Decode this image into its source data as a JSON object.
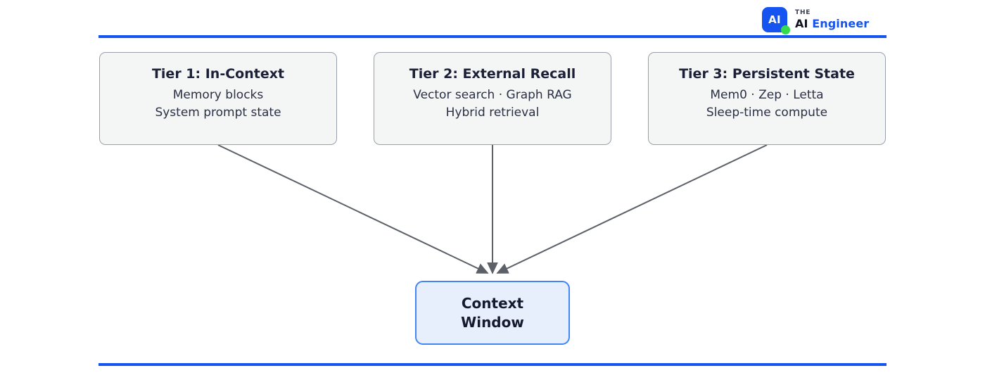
{
  "brand": {
    "mark_label": "AI",
    "eyebrow": "THE",
    "name_dark": "AI",
    "name_accent": "Engineer",
    "square_color": "#1554f0",
    "dot_color": "#36db4d",
    "accent_color": "#1554f0"
  },
  "rules": {
    "color": "#1554f0"
  },
  "tiers": [
    {
      "title": "Tier 1: In-Context",
      "lines": [
        "Memory blocks",
        "System prompt state"
      ]
    },
    {
      "title": "Tier 2: External Recall",
      "lines": [
        "Vector search · Graph RAG",
        "Hybrid retrieval"
      ]
    },
    {
      "title": "Tier 3: Persistent State",
      "lines": [
        "Mem0 · Zep · Letta",
        "Sleep-time compute"
      ]
    }
  ],
  "target": {
    "lines": [
      "Context",
      "Window"
    ],
    "border_color": "#4285f4",
    "fill_color": "#e8effc"
  },
  "connectors": {
    "color": "#5a5f६9",
    "stroke_color": "#5c6168",
    "count": 3,
    "description": "three arrows from tier cards converging into context window"
  }
}
